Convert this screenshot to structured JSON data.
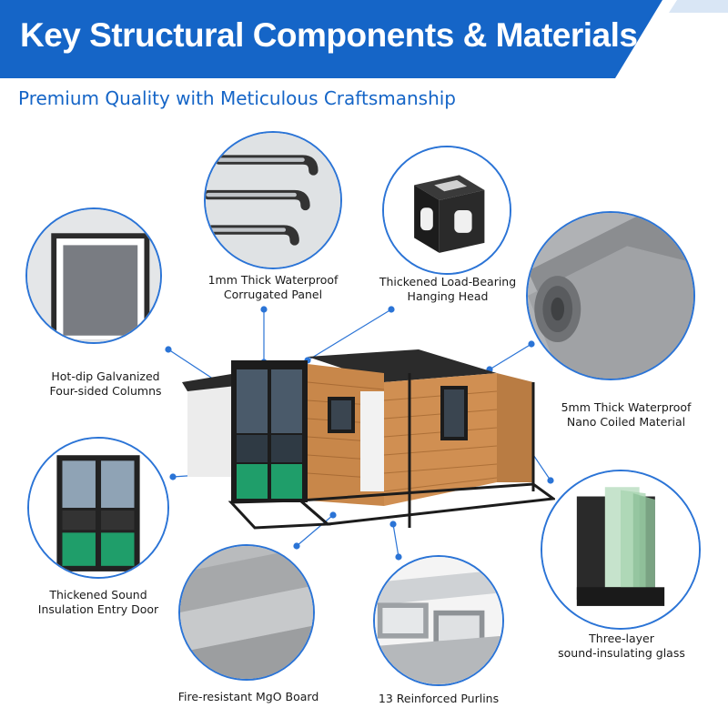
{
  "header": {
    "title": "Key Structural Components & Materials",
    "subtitle": "Premium Quality with Meticulous Craftsmanship",
    "banner_color": "#1565c7",
    "accent_color": "#2b74d6"
  },
  "components": {
    "corrugated_panel": {
      "line1": "1mm Thick Waterproof",
      "line2": "Corrugated Panel"
    },
    "hanging_head": {
      "line1": "Thickened Load-Bearing",
      "line2": "Hanging Head"
    },
    "columns": {
      "line1": "Hot-dip Galvanized",
      "line2": "Four-sided Columns"
    },
    "coiled_material": {
      "line1": "5mm Thick Waterproof",
      "line2": "Nano Coiled Material"
    },
    "entry_door": {
      "line1": "Thickened Sound",
      "line2": "Insulation Entry Door"
    },
    "glass": {
      "line1": "Three-layer",
      "line2": "sound-insulating glass"
    },
    "mgo_board": {
      "line1": "Fire-resistant MgO Board"
    },
    "purlins": {
      "line1": "13 Reinforced Purlins"
    }
  }
}
